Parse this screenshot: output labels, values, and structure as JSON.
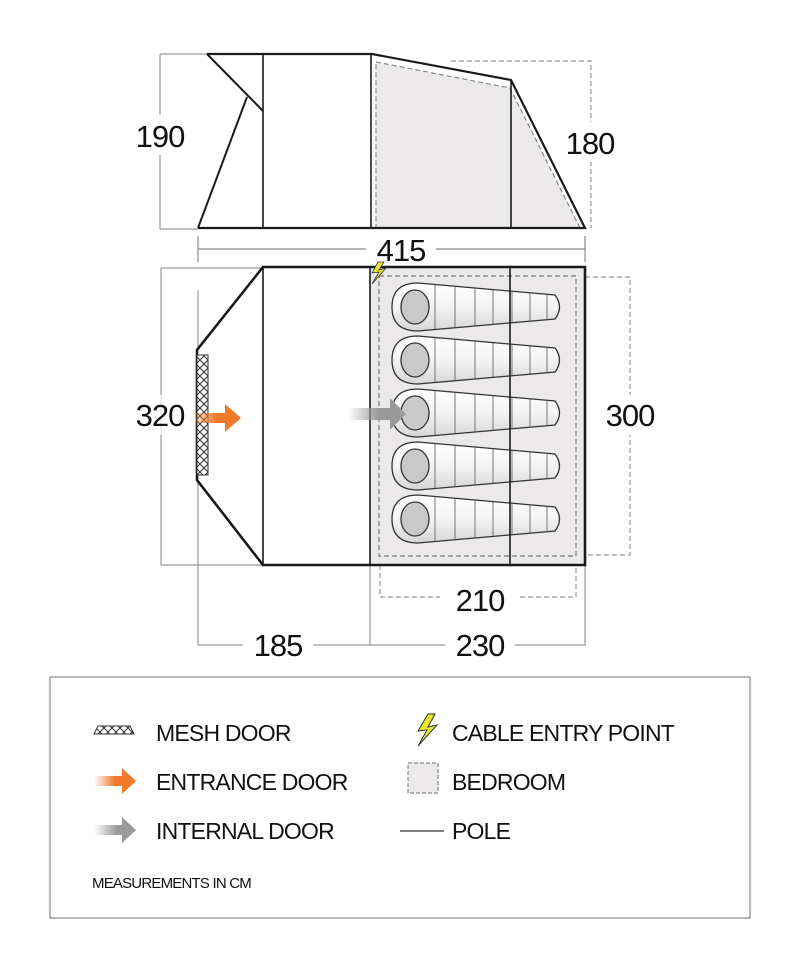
{
  "dimensions": {
    "side_height_front": "190",
    "side_height_rear": "180",
    "total_length": "415",
    "total_width": "320",
    "bedroom_width": "300",
    "bedroom_length": "210",
    "living_length": "185",
    "rear_length": "230"
  },
  "sleeping_bags": 5,
  "legend": {
    "mesh_door": "MESH DOOR",
    "entrance_door": "ENTRANCE DOOR",
    "internal_door": "INTERNAL DOOR",
    "cable_entry": "CABLE ENTRY POINT",
    "bedroom": "BEDROOM",
    "pole": "POLE",
    "note": "MEASUREMENTS IN CM"
  },
  "colors": {
    "entrance": "#f07a2a",
    "internal": "#9a9a9a",
    "cable": "#e8e82a",
    "bedroom": "#ebe9ea",
    "outline": "#1a1a1a"
  }
}
